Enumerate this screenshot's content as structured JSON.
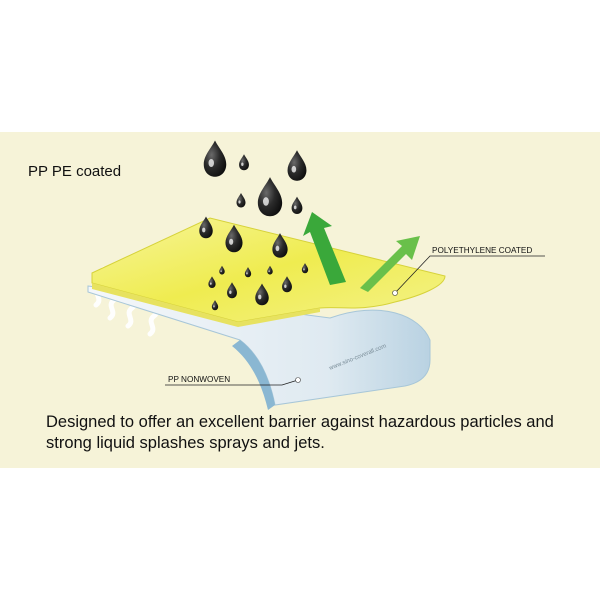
{
  "title": "PP PE coated",
  "labels": {
    "top_layer": "POLYETHYLENE COATED",
    "bottom_layer": "PP NONWOVEN"
  },
  "watermark": "www.sino-coverall.com",
  "caption": "Designed to offer an excellent barrier against hazardous particles and strong liquid splashes sprays and jets.",
  "colors": {
    "background_panel": "#f6f3d8",
    "pe_layer": "#f2ef5a",
    "pp_layer": "#e6f0f6",
    "arrow": "#3aa83a",
    "droplet": "#2a2a2a"
  }
}
